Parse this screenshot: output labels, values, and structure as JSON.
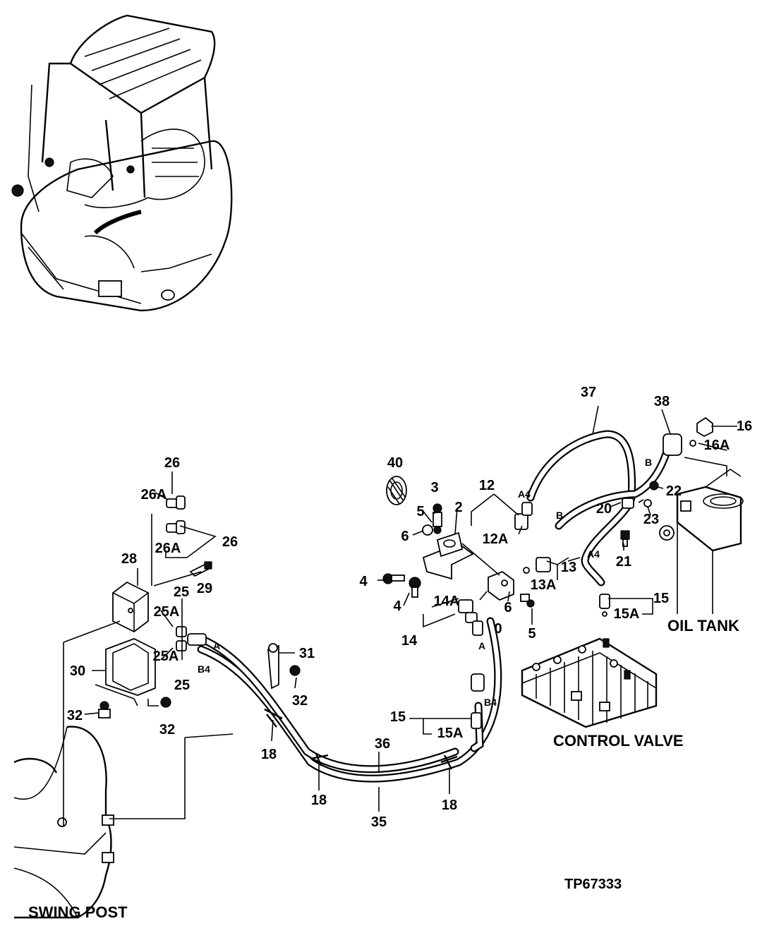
{
  "figure_code": "TP67333",
  "component_labels": {
    "swing_post": "SWING POST",
    "control_valve": "CONTROL VALVE",
    "oil_tank": "OIL TANK"
  },
  "port_labels": {
    "a": "A",
    "b": "B",
    "a4": "A4",
    "b4": "B4"
  },
  "callouts": {
    "c0": "0",
    "c2": "2",
    "c3": "3",
    "c4a": "4",
    "c4b": "4",
    "c5a": "5",
    "c5b": "5",
    "c6a": "6",
    "c6b": "6",
    "c12": "12",
    "c12a": "12A",
    "c13": "13",
    "c13a": "13A",
    "c14": "14",
    "c14a": "14A",
    "c15a": "15",
    "c15aa": "15A",
    "c15b": "15",
    "c15ba": "15A",
    "c16": "16",
    "c16a": "16A",
    "c18a": "18",
    "c18b": "18",
    "c18c": "18",
    "c20": "20",
    "c21": "21",
    "c22": "22",
    "c23": "23",
    "c25a": "25",
    "c25aa": "25A",
    "c25b": "25",
    "c25ba": "25A",
    "c26a": "26",
    "c26aa": "26A",
    "c26b": "26",
    "c26ba": "26A",
    "c28": "28",
    "c29": "29",
    "c30": "30",
    "c31": "31",
    "c32a": "32",
    "c32b": "32",
    "c32c": "32",
    "c35": "35",
    "c36": "36",
    "c37": "37",
    "c38": "38",
    "c40": "40"
  }
}
